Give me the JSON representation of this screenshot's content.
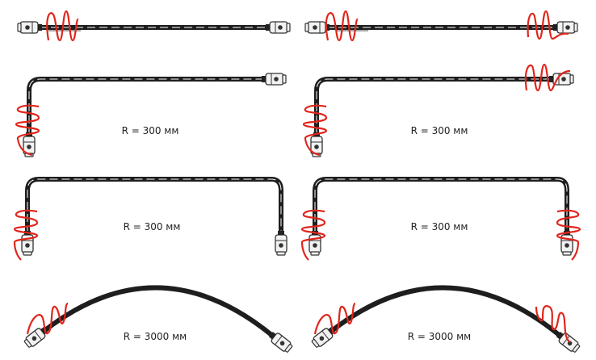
{
  "colors": {
    "cable": "#1e1e1e",
    "dash": "#ffffff",
    "coil": "#e1251b",
    "connector_fill": "#f2f2f2",
    "connector_stroke": "#333333",
    "background": "#ffffff"
  },
  "labels": {
    "r300_row2_left": "R = 300 мм",
    "r300_row2_right": "R = 300 мм",
    "r300_row3_left": "R = 300 мм",
    "r300_row3_right": "R = 300 мм",
    "r3000_row4_left": "R = 3000 мм",
    "r3000_row4_right": "R = 3000 мм"
  }
}
